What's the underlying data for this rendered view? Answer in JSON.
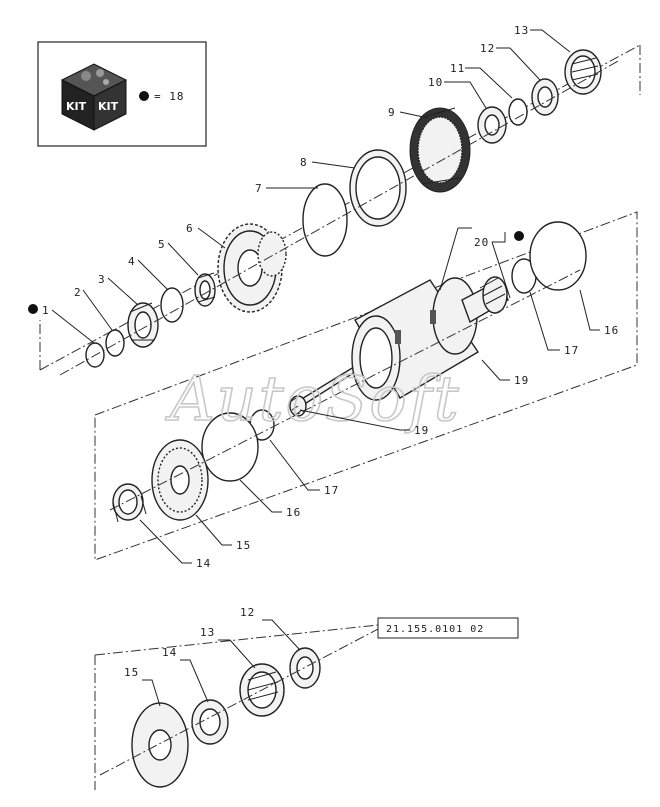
{
  "kit": {
    "icon_text_left": "KIT",
    "icon_text_right": "KIT",
    "legend": "= 18"
  },
  "reference": "21.155.0101 02",
  "watermark": "AutoSoft",
  "callouts": {
    "upper": [
      "1",
      "2",
      "3",
      "4",
      "5",
      "6",
      "7",
      "8",
      "9",
      "10",
      "11",
      "12",
      "13"
    ],
    "middle": [
      "20",
      "16",
      "17",
      "19",
      "19",
      "17",
      "16",
      "15",
      "14"
    ],
    "lower": [
      "12",
      "13",
      "14",
      "15"
    ]
  }
}
